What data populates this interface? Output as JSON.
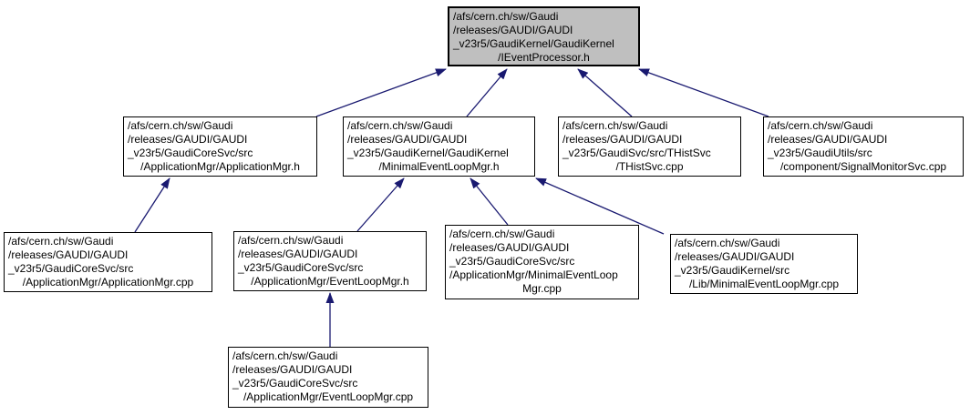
{
  "diagram": {
    "type": "doxygen-included-by-graph",
    "colors": {
      "edge": "#191970",
      "node_fill": "#ffffff",
      "node_border": "#000000",
      "root_fill": "#bfbfbf",
      "background": "#ffffff"
    },
    "nodes": {
      "ieventprocessor_h": {
        "lines": [
          "/afs/cern.ch/sw/Gaudi",
          "/releases/GAUDI/GAUDI",
          "_v23r5/GaudiKernel/GaudiKernel",
          "/IEventProcessor.h"
        ]
      },
      "applicationmgr_h": {
        "lines": [
          "/afs/cern.ch/sw/Gaudi",
          "/releases/GAUDI/GAUDI",
          "_v23r5/GaudiCoreSvc/src",
          "/ApplicationMgr/ApplicationMgr.h"
        ]
      },
      "minimaleventloopmgr_h": {
        "lines": [
          "/afs/cern.ch/sw/Gaudi",
          "/releases/GAUDI/GAUDI",
          "_v23r5/GaudiKernel/GaudiKernel",
          "/MinimalEventLoopMgr.h"
        ]
      },
      "thistsvc_cpp": {
        "lines": [
          "/afs/cern.ch/sw/Gaudi",
          "/releases/GAUDI/GAUDI",
          "_v23r5/GaudiSvc/src/THistSvc",
          "/THistSvc.cpp"
        ]
      },
      "signalmonitorsvc_cpp": {
        "lines": [
          "/afs/cern.ch/sw/Gaudi",
          "/releases/GAUDI/GAUDI",
          "_v23r5/GaudiUtils/src",
          "/component/SignalMonitorSvc.cpp"
        ]
      },
      "applicationmgr_cpp": {
        "lines": [
          "/afs/cern.ch/sw/Gaudi",
          "/releases/GAUDI/GAUDI",
          "_v23r5/GaudiCoreSvc/src",
          "/ApplicationMgr/ApplicationMgr.cpp"
        ]
      },
      "eventloopmgr_h": {
        "lines": [
          "/afs/cern.ch/sw/Gaudi",
          "/releases/GAUDI/GAUDI",
          "_v23r5/GaudiCoreSvc/src",
          "/ApplicationMgr/EventLoopMgr.h"
        ]
      },
      "minimaleventloopmgr_cpp": {
        "lines": [
          "/afs/cern.ch/sw/Gaudi",
          "/releases/GAUDI/GAUDI",
          "_v23r5/GaudiCoreSvc/src",
          "/ApplicationMgr/MinimalEventLoop",
          "Mgr.cpp"
        ]
      },
      "lib_minimaleventloopmgr_cpp": {
        "lines": [
          "/afs/cern.ch/sw/Gaudi",
          "/releases/GAUDI/GAUDI",
          "_v23r5/GaudiKernel/src",
          "/Lib/MinimalEventLoopMgr.cpp"
        ]
      },
      "eventloopmgr_cpp": {
        "lines": [
          "/afs/cern.ch/sw/Gaudi",
          "/releases/GAUDI/GAUDI",
          "_v23r5/GaudiCoreSvc/src",
          "/ApplicationMgr/EventLoopMgr.cpp"
        ]
      }
    },
    "edges": [
      {
        "from": "applicationmgr_h",
        "to": "ieventprocessor_h"
      },
      {
        "from": "minimaleventloopmgr_h",
        "to": "ieventprocessor_h"
      },
      {
        "from": "thistsvc_cpp",
        "to": "ieventprocessor_h"
      },
      {
        "from": "signalmonitorsvc_cpp",
        "to": "ieventprocessor_h"
      },
      {
        "from": "applicationmgr_cpp",
        "to": "applicationmgr_h"
      },
      {
        "from": "eventloopmgr_h",
        "to": "minimaleventloopmgr_h"
      },
      {
        "from": "minimaleventloopmgr_cpp",
        "to": "minimaleventloopmgr_h"
      },
      {
        "from": "lib_minimaleventloopmgr_cpp",
        "to": "minimaleventloopmgr_h"
      },
      {
        "from": "eventloopmgr_cpp",
        "to": "eventloopmgr_h"
      }
    ]
  }
}
